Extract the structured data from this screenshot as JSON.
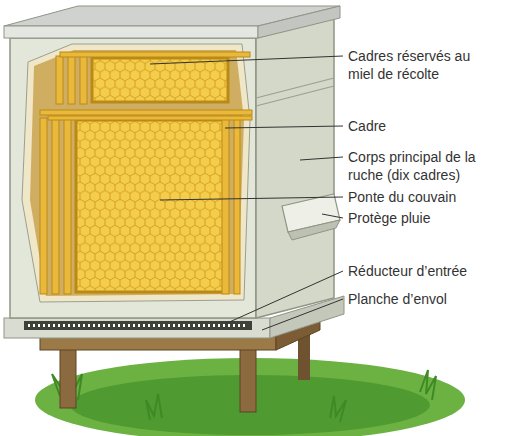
{
  "diagram": {
    "labels": [
      "Cadres réservés au miel de récolte",
      "Cadre",
      "Corps principal de la ruche (dix cadres)",
      "Ponte du couvain",
      "Protège pluie",
      "Réducteur d’entrée",
      "Planche d’envol"
    ]
  }
}
